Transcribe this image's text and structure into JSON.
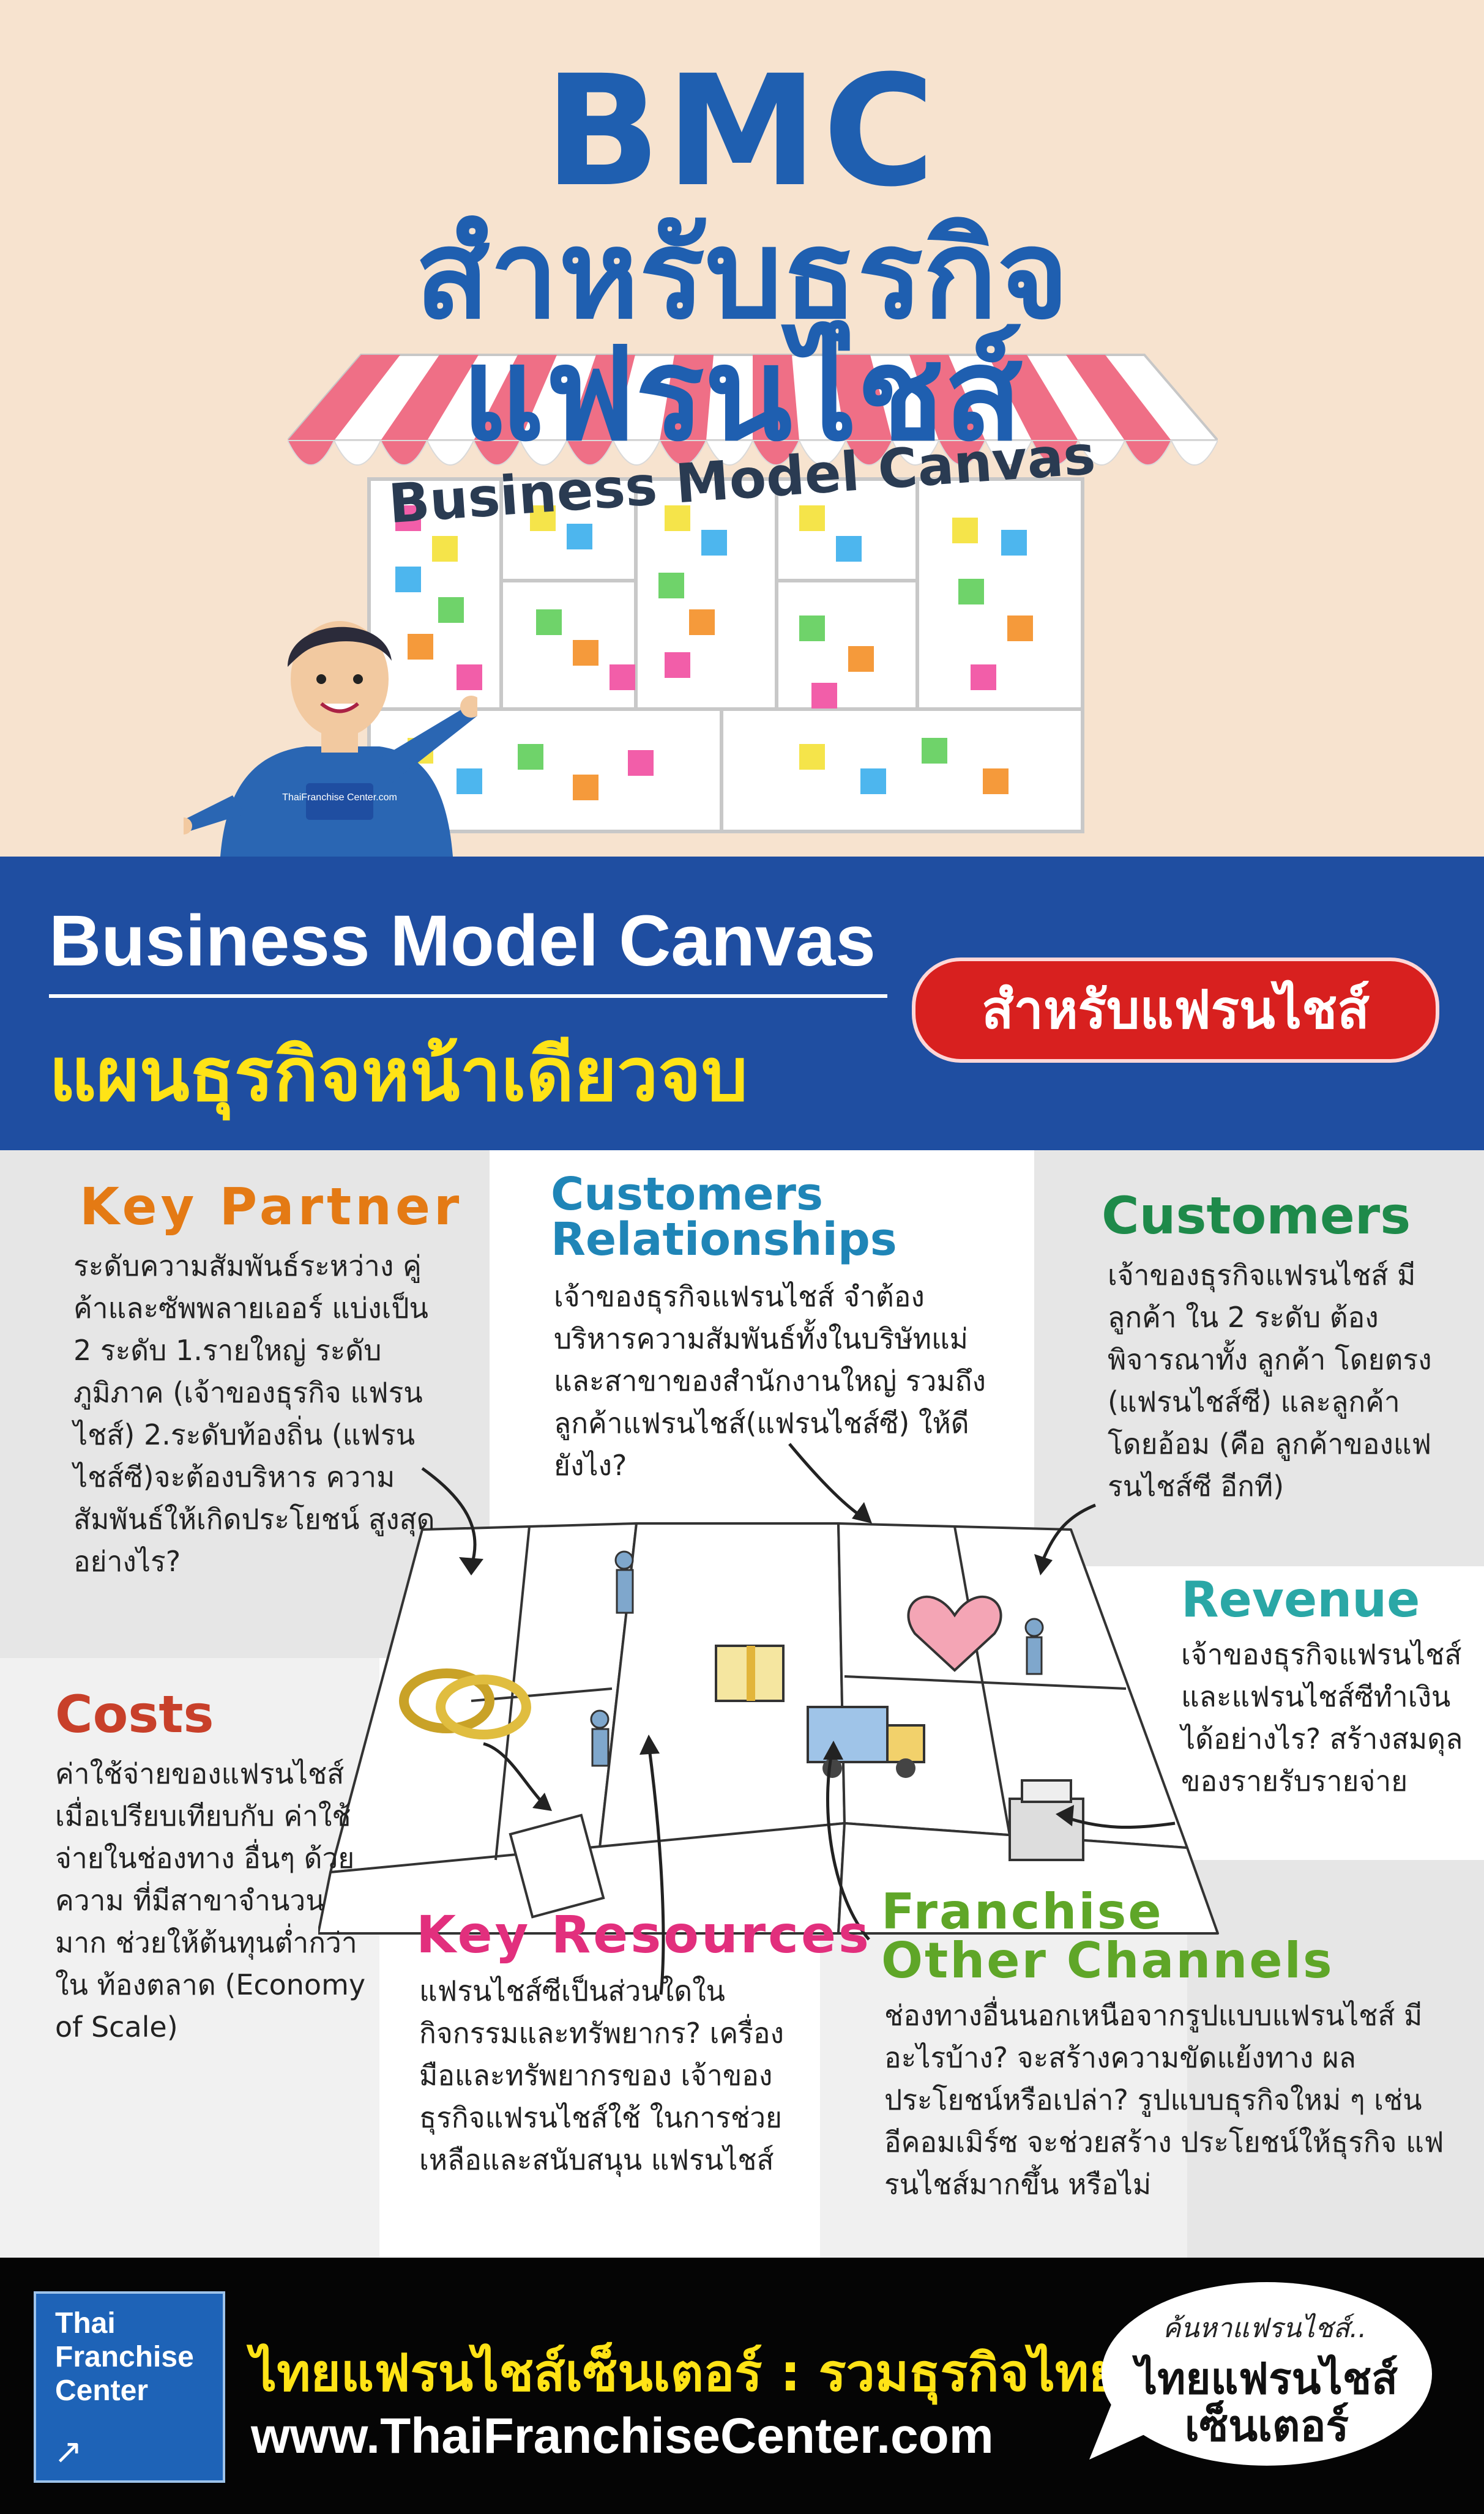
{
  "hero": {
    "title_line1": "BMC",
    "title_line2": "สำหรับธุรกิจ",
    "title_line3": "แฟรนไชส์",
    "title_line4": "Business Model Canvas",
    "shirt_logo": "ThaiFranchise Center.com"
  },
  "banner": {
    "title_en": "Business Model Canvas",
    "title_th": "แผนธุรกิจหน้าเดียวจบ",
    "pill": "สำหรับแฟรนไชส์"
  },
  "sections": {
    "key_partner": {
      "title": "Key Partner",
      "body": "ระดับความสัมพันธ์ระหว่าง คู่ค้าและซัพพลายเออร์ แบ่งเป็น 2 ระดับ 1.รายใหญ่ ระดับภูมิภาค (เจ้าของธุรกิจ แฟรนไชส์) 2.ระดับท้องถิ่น (แฟรนไชส์ซี)จะต้องบริหาร ความสัมพันธ์ให้เกิดประโยชน์ สูงสุด อย่างไร?"
    },
    "customers_relationships": {
      "title_line1": "Customers",
      "title_line2": "Relationships",
      "body": "เจ้าของธุรกิจแฟรนไชส์ จำต้อง บริหารความสัมพันธ์ทั้งในบริษัทแม่ และสาขาของสำนักงานใหญ่ รวมถึงลูกค้าแฟรนไชส์(แฟรนไชส์ซี) ให้ดียังไง?"
    },
    "customers": {
      "title": "Customers",
      "body": "เจ้าของธุรกิจแฟรนไชส์ มีลูกค้า ใน 2 ระดับ ต้องพิจารณาทั้ง ลูกค้า โดยตรง (แฟรนไชส์ซี) และลูกค้าโดยอ้อม (คือ ลูกค้าของแฟรนไชส์ซี อีกที)"
    },
    "revenue": {
      "title": "Revenue",
      "body": "เจ้าของธุรกิจแฟรนไชส์ และแฟรนไชส์ซีทำเงิน ได้อย่างไร? สร้างสมดุล ของรายรับรายจ่าย"
    },
    "costs": {
      "title": "Costs",
      "body": "ค่าใช้จ่ายของแฟรนไชส์ เมื่อเปรียบเทียบกับ ค่าใช้จ่ายในช่องทาง อื่นๆ ด้วยความ ที่มีสาขาจำนวนมาก ช่วยให้ต้นทุนต่ำกว่าใน ท้องตลาด (Economy of Scale)"
    },
    "key_resources": {
      "title": "Key Resources",
      "body": "แฟรนไชส์ซีเป็นส่วนใดใน กิจกรรมและทรัพยากร? เครื่องมือและทรัพยากรของ เจ้าของธุรกิจแฟรนไชส์ใช้ ในการช่วยเหลือและสนับสนุน แฟรนไชส์"
    },
    "franchise_channels": {
      "title_line1": "Franchise",
      "title_line2": "Other Channels",
      "body": "ช่องทางอื่นนอกเหนือจากรูปแบบแฟรนไชส์ มีอะไรบ้าง? จะสร้างความขัดแย้งทาง ผลประโยชน์หรือเปล่า? รูปแบบธุรกิจใหม่ ๆ เช่น อีคอมเมิร์ซ จะช่วยสร้าง ประโยชน์ให้ธุรกิจ แฟรนไชส์มากขึ้น หรือไม่"
    }
  },
  "footer": {
    "logo_line1": "Thai",
    "logo_line2": "Franchise",
    "logo_line3": "Center",
    "tagline": "ไทยแฟรนไชส์เซ็นเตอร์ : รวมธุรกิจไทย",
    "url": "www.ThaiFranchiseCenter.com",
    "bubble_small": "ค้นหาแฟรนไชส์..",
    "bubble_big_line1": "ไทยแฟรนไชส์",
    "bubble_big_line2": "เซ็นเตอร์"
  },
  "colors": {
    "banner_blue": "#1f4ea1",
    "title_blue": "#1f5fb0",
    "pill_red": "#d8201f",
    "accent_yellow": "#ffe316",
    "key_partner_orange": "#e47a14",
    "relationships_blue": "#1f85b7",
    "customers_green": "#1e8a4a",
    "revenue_teal": "#2aa7a6",
    "costs_red": "#c8402a",
    "resources_pink": "#e22f7d",
    "channels_green": "#5fa628"
  }
}
